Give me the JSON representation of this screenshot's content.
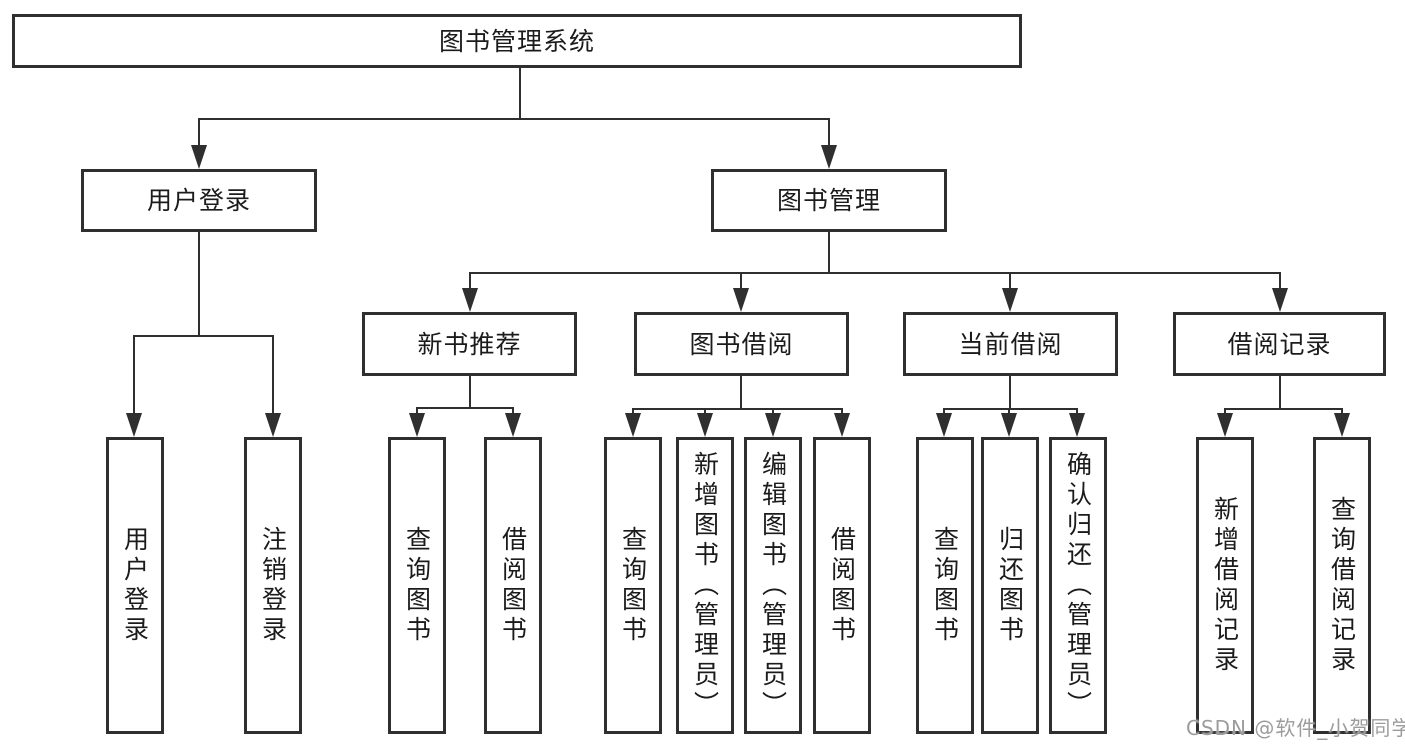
{
  "colors": {
    "line": "#2f2f2f",
    "text": "#1b1b1b",
    "background": "#ffffff",
    "watermark": "#9c9c9c"
  },
  "nodes": {
    "root": "图书管理系统",
    "user_login": "用户登录",
    "book_mgmt": "图书管理",
    "login": "用户登录",
    "logout": "注销登录",
    "new_book_rec": "新书推荐",
    "book_borrow": "图书借阅",
    "current_borrow": "当前借阅",
    "borrow_record": "借阅记录",
    "rec_query": "查询图书",
    "rec_borrow": "借阅图书",
    "bb_query": "查询图书",
    "bb_add": "新增图书（管理员）",
    "bb_edit": "编辑图书（管理员）",
    "bb_borrow": "借阅图书",
    "cb_query": "查询图书",
    "cb_return": "归还图书",
    "cb_confirm": "确认归还（管理员）",
    "br_add": "新增借阅记录",
    "br_query": "查询借阅记录"
  },
  "watermark": "CSDN @软件_小贺同学"
}
